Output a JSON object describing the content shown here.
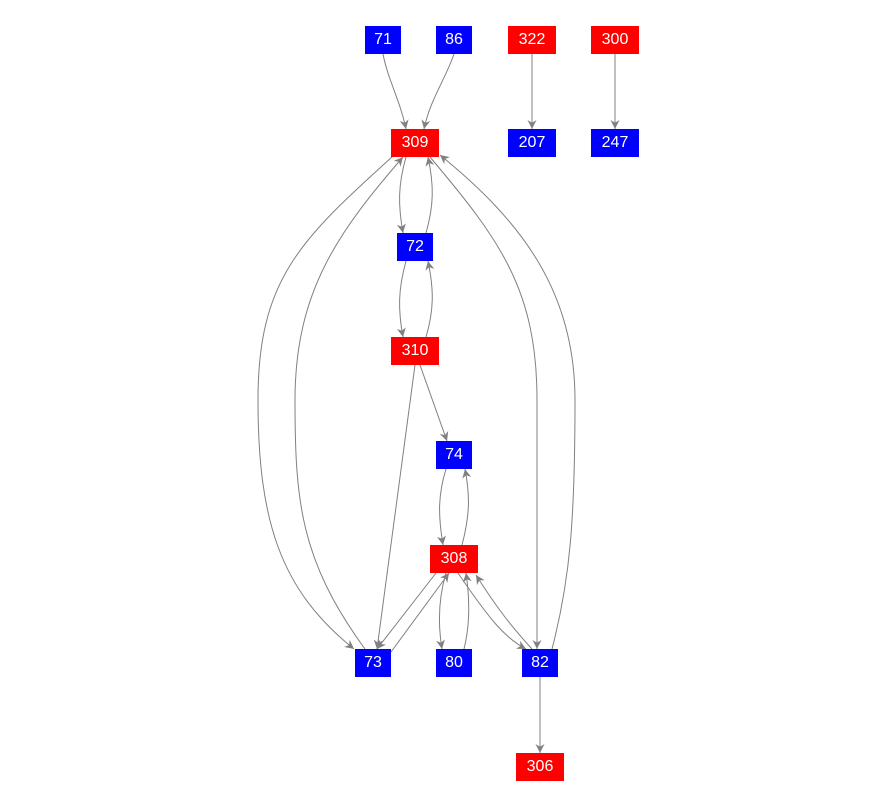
{
  "colors": {
    "red": "#ff0000",
    "blue": "#0000ff",
    "edge": "#808080"
  },
  "nodes": [
    {
      "id": "71",
      "label": "71",
      "color": "blue"
    },
    {
      "id": "86",
      "label": "86",
      "color": "blue"
    },
    {
      "id": "322",
      "label": "322",
      "color": "red"
    },
    {
      "id": "300",
      "label": "300",
      "color": "red"
    },
    {
      "id": "309",
      "label": "309",
      "color": "red"
    },
    {
      "id": "207",
      "label": "207",
      "color": "blue"
    },
    {
      "id": "247",
      "label": "247",
      "color": "blue"
    },
    {
      "id": "72",
      "label": "72",
      "color": "blue"
    },
    {
      "id": "310",
      "label": "310",
      "color": "red"
    },
    {
      "id": "74",
      "label": "74",
      "color": "blue"
    },
    {
      "id": "308",
      "label": "308",
      "color": "red"
    },
    {
      "id": "73",
      "label": "73",
      "color": "blue"
    },
    {
      "id": "80",
      "label": "80",
      "color": "blue"
    },
    {
      "id": "82",
      "label": "82",
      "color": "blue"
    },
    {
      "id": "306",
      "label": "306",
      "color": "red"
    }
  ],
  "edges": [
    {
      "from": "71",
      "to": "309"
    },
    {
      "from": "86",
      "to": "309"
    },
    {
      "from": "322",
      "to": "207"
    },
    {
      "from": "300",
      "to": "247"
    },
    {
      "from": "309",
      "to": "72"
    },
    {
      "from": "72",
      "to": "309"
    },
    {
      "from": "72",
      "to": "310"
    },
    {
      "from": "310",
      "to": "72"
    },
    {
      "from": "310",
      "to": "74"
    },
    {
      "from": "310",
      "to": "73"
    },
    {
      "from": "74",
      "to": "308"
    },
    {
      "from": "308",
      "to": "74"
    },
    {
      "from": "309",
      "to": "73"
    },
    {
      "from": "73",
      "to": "309"
    },
    {
      "from": "309",
      "to": "82"
    },
    {
      "from": "82",
      "to": "309"
    },
    {
      "from": "308",
      "to": "73"
    },
    {
      "from": "73",
      "to": "308"
    },
    {
      "from": "308",
      "to": "80"
    },
    {
      "from": "80",
      "to": "308"
    },
    {
      "from": "308",
      "to": "82"
    },
    {
      "from": "82",
      "to": "308"
    },
    {
      "from": "82",
      "to": "306"
    }
  ]
}
